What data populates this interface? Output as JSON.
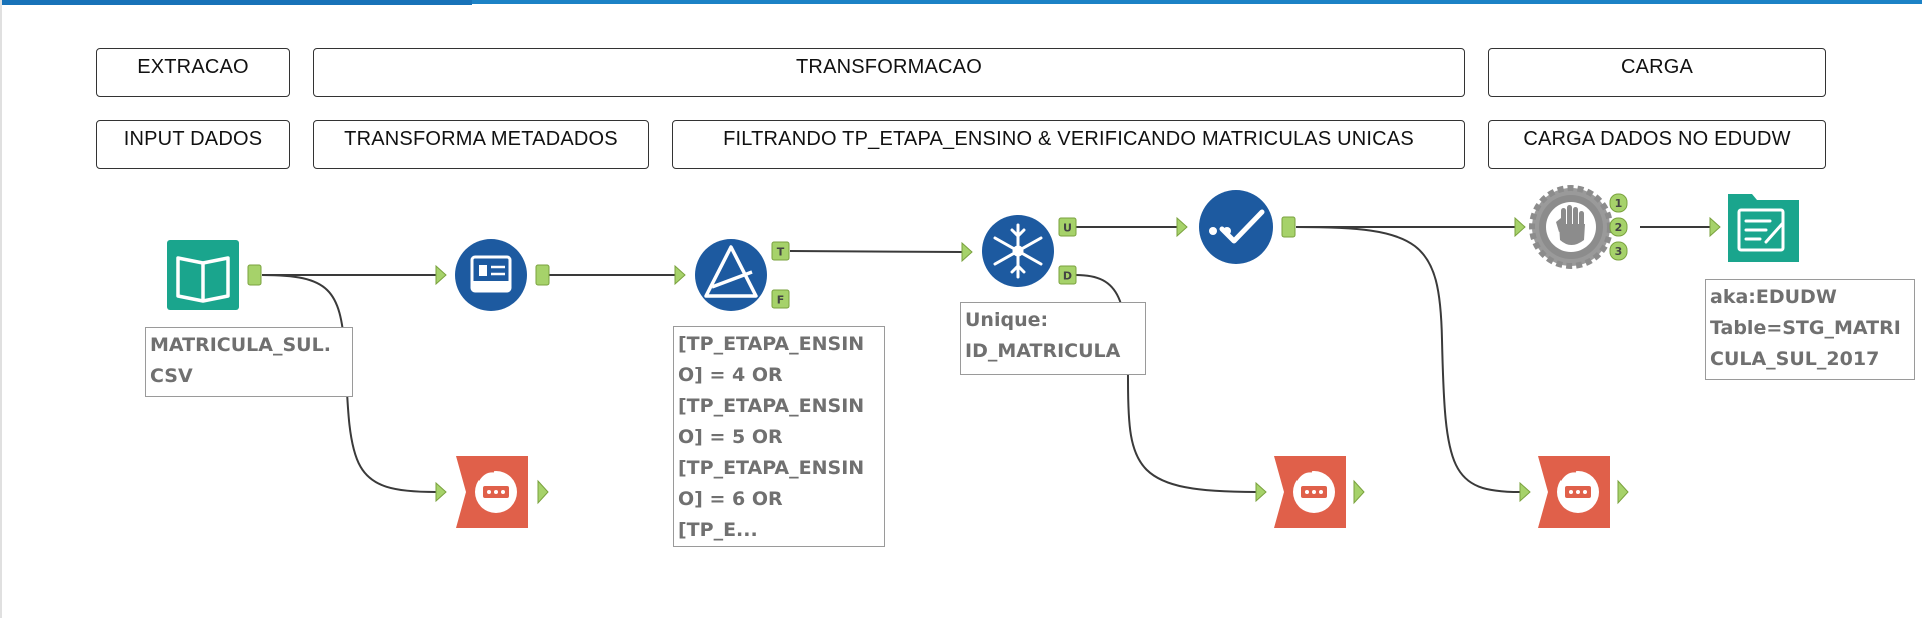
{
  "sections": {
    "extracao": "EXTRACAO",
    "transformacao": "TRANSFORMACAO",
    "carga": "CARGA"
  },
  "steps": {
    "input_dados": "INPUT DADOS",
    "transforma_metadados": "TRANSFORMA METADADOS",
    "filtrando": "FILTRANDO TP_ETAPA_ENSINO & VERIFICANDO MATRICULAS UNICAS",
    "carga_dados": "CARGA DADOS NO EDUDW"
  },
  "annotations": {
    "input_file": "MATRICULA_SUL.\nCSV",
    "filter_expression": "[TP_ETAPA_ENSIN\nO] = 4 OR\n[TP_ETAPA_ENSIN\nO] = 5 OR\n[TP_ETAPA_ENSIN\nO] = 6 OR\n[TP_E...",
    "unique_field": "Unique:\nID_MATRICULA",
    "output_target": "aka:EDUDW\nTable=STG_MATRI\nCULA_SUL_2017"
  },
  "anchor_labels": {
    "filter_true": "T",
    "filter_false": "F",
    "unique_u": "U",
    "unique_d": "D",
    "block_1": "1",
    "block_2": "2",
    "block_3": "3"
  },
  "tools": [
    {
      "id": "input",
      "icon": "input-data-icon",
      "color": "#1aa58d"
    },
    {
      "id": "select",
      "icon": "select-tool-icon",
      "color": "#1d5aa0"
    },
    {
      "id": "filter",
      "icon": "filter-tool-icon",
      "color": "#1d5aa0"
    },
    {
      "id": "unique",
      "icon": "unique-tool-icon",
      "color": "#1d5aa0"
    },
    {
      "id": "checkmark",
      "icon": "checkmark-tool-icon",
      "color": "#1d5aa0"
    },
    {
      "id": "block",
      "icon": "block-until-done-icon",
      "color": "#8c8c8c"
    },
    {
      "id": "output",
      "icon": "output-data-icon",
      "color": "#1aa58d"
    },
    {
      "id": "browse1",
      "icon": "browse-tool-icon",
      "color": "#e0604a"
    },
    {
      "id": "browse2",
      "icon": "browse-tool-icon",
      "color": "#e0604a"
    },
    {
      "id": "browse3",
      "icon": "browse-tool-icon",
      "color": "#e0604a"
    }
  ],
  "colors": {
    "accent": "#1c82c6",
    "anchor": "#a6d26a",
    "tool_blue": "#1d5aa0",
    "tool_teal": "#1aa58d",
    "tool_browse": "#e0604a",
    "tool_gray": "#8c8c8c"
  }
}
